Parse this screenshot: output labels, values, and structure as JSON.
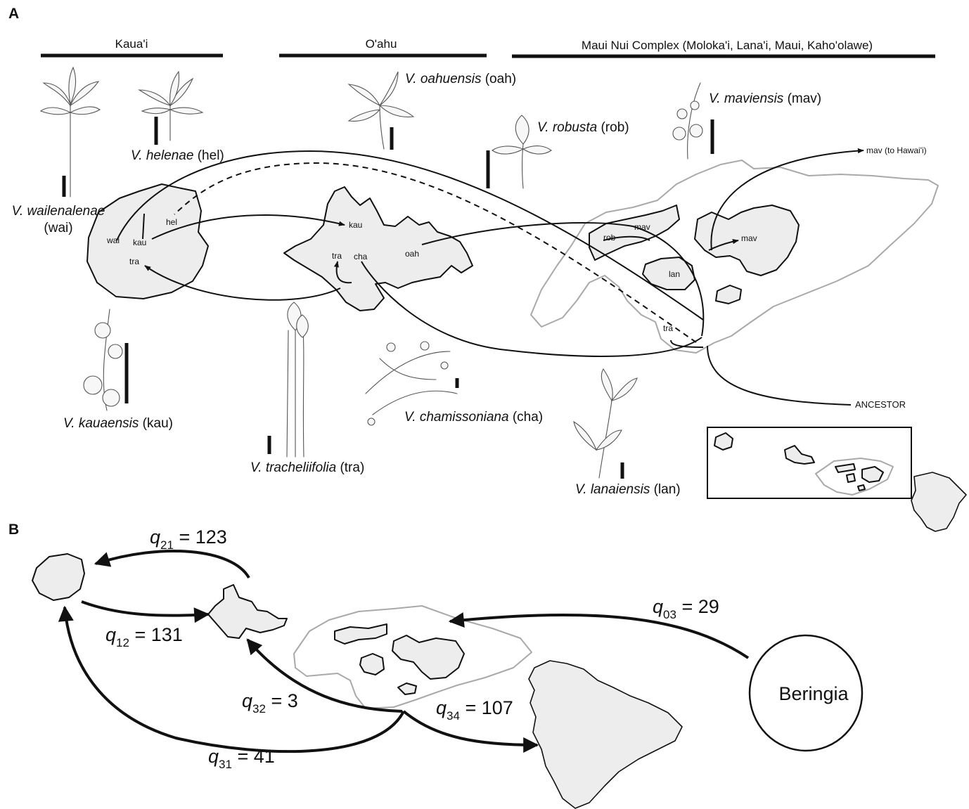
{
  "panels": {
    "a": "A",
    "b": "B"
  },
  "regions": {
    "kauai": "Kaua'i",
    "oahu": "O'ahu",
    "maui_nui": "Maui Nui Complex (Moloka'i, Lana'i, Maui, Kaho'olawe)"
  },
  "species": [
    {
      "name": "V. wailenalenae",
      "code": "(wai)"
    },
    {
      "name": "V. helenae",
      "code": "(hel)"
    },
    {
      "name": "V. oahuensis",
      "code": "(oah)"
    },
    {
      "name": "V. robusta",
      "code": "(rob)"
    },
    {
      "name": "V. maviensis",
      "code": "(mav)"
    },
    {
      "name": "V. kauaensis",
      "code": "(kau)"
    },
    {
      "name": "V. tracheliifolia",
      "code": "(tra)"
    },
    {
      "name": "V. chamissoniana",
      "code": "(cha)"
    },
    {
      "name": "V. lanaiensis",
      "code": "(lan)"
    }
  ],
  "map_labels": {
    "wai": "wai",
    "kau_kauai": "kau",
    "hel": "hel",
    "tra_kauai": "tra",
    "kau_oahu": "kau",
    "tra_oahu": "tra",
    "cha": "cha",
    "oah": "oah",
    "rob": "rob",
    "mav_molokai": "mav",
    "lan": "lan",
    "mav_maui": "mav",
    "tra_maui": "tra",
    "mav_hawaii": "mav (to Hawai'i)",
    "ancestor": "ANCESTOR"
  },
  "rates": [
    {
      "base": "q",
      "sub": "21",
      "value": "= 123"
    },
    {
      "base": "q",
      "sub": "12",
      "value": "= 131"
    },
    {
      "base": "q",
      "sub": "03",
      "value": "= 29"
    },
    {
      "base": "q",
      "sub": "32",
      "value": "= 3"
    },
    {
      "base": "q",
      "sub": "34",
      "value": "= 107"
    },
    {
      "base": "q",
      "sub": "31",
      "value": "= 41"
    }
  ],
  "beringia": "Beringia",
  "colors": {
    "island_fill": "#ededed",
    "outline": "#111111",
    "maui_nui_outline": "#a9a9a9"
  }
}
